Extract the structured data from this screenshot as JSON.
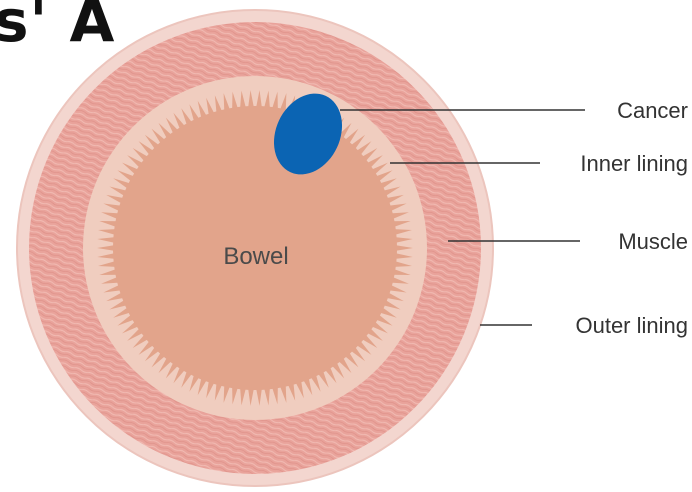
{
  "corner_text": "s' A",
  "center_label": "Bowel",
  "labels": {
    "cancer": "Cancer",
    "inner_lining": "Inner lining",
    "muscle": "Muscle",
    "outer_lining": "Outer lining"
  },
  "colors": {
    "outer_lining": "#f3d6cf",
    "muscle": "#e9a39b",
    "inner_lining": "#f0cdbf",
    "bowel": "#e2a48b",
    "cancer": "#0b64b3",
    "leader_line": "#333333"
  }
}
